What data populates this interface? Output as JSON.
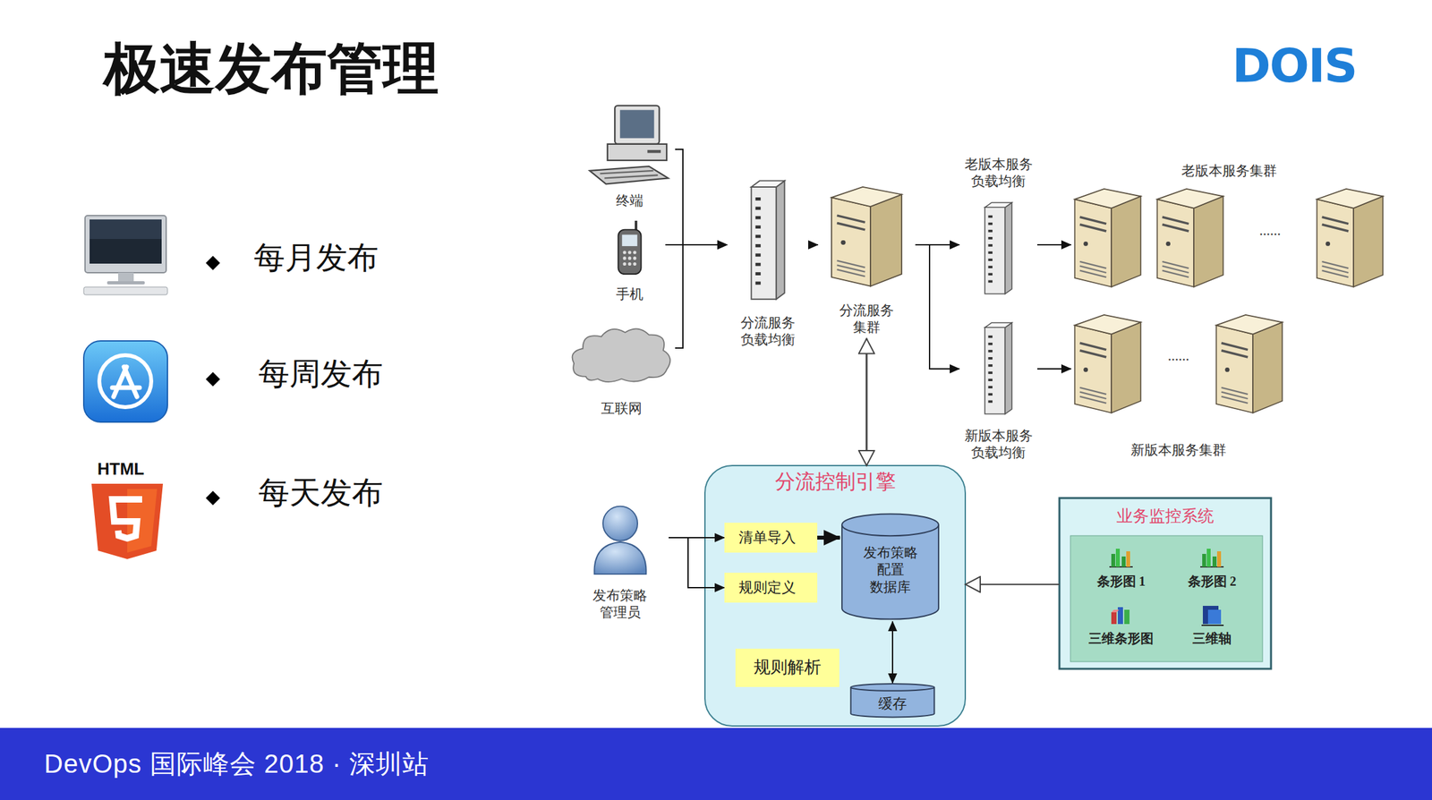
{
  "diagram": {
    "title": "极速发布管理",
    "nodes": [
      {
        "text": [
          "终端"
        ]
      },
      {
        "text": [
          "手机"
        ]
      },
      {
        "text": [
          "互联网"
        ]
      },
      {
        "text": [
          "分流服务 负载均衡"
        ]
      },
      {
        "text": [
          "分流服务 集群"
        ]
      },
      {
        "text": [
          "老版本服务 负载均衡"
        ]
      },
      {
        "text": [
          "老版本服务集群"
        ]
      },
      {
        "text": [
          "新版本服务 负载均衡"
        ]
      },
      {
        "text": [
          "新版本服务集群"
        ]
      },
      {
        "text": [
          "分流控制引擎"
        ]
      },
      {
        "text": [
          "清单导入"
        ],
        "in": 9
      },
      {
        "text": [
          "规则定义"
        ],
        "in": 9
      },
      {
        "text": [
          "发布策略 配置 数据库"
        ],
        "in": 9
      },
      {
        "text": [
          "规则解析"
        ],
        "in": 9
      },
      {
        "text": [
          "缓存"
        ],
        "in": 9
      },
      {
        "text": [
          "发布策略 管理员"
        ]
      },
      {
        "text": [
          "业务监控系统"
        ]
      },
      {
        "text": [
          "条形图 1"
        ],
        "in": 16
      },
      {
        "text": [
          "条形图 2"
        ],
        "in": 16
      },
      {
        "text": [
          "三维条形图"
        ],
        "in": 16
      },
      {
        "text": [
          "三维轴"
        ],
        "in": 16
      },
      {
        "text": [
          "DevOps 国际峰会 2018 · 深圳站"
        ]
      }
    ],
    "edges": [
      {
        "from": 0,
        "to": 3,
        "arrow": "to"
      },
      {
        "from": 1,
        "to": 3,
        "arrow": "to"
      },
      {
        "from": 2,
        "to": 3,
        "arrow": "to"
      },
      {
        "from": 3,
        "to": 4,
        "arrow": "to"
      },
      {
        "from": 4,
        "to": 5,
        "arrow": "to"
      },
      {
        "from": 4,
        "to": 7,
        "arrow": "to"
      },
      {
        "from": 5,
        "to": 6,
        "arrow": "to"
      },
      {
        "from": 7,
        "to": 8,
        "arrow": "to"
      },
      {
        "from": 4,
        "to": 9,
        "arrow": "both"
      },
      {
        "from": 15,
        "to": 10,
        "arrow": "to"
      },
      {
        "from": 15,
        "to": 11,
        "arrow": "to"
      },
      {
        "from": 10,
        "to": 12,
        "arrow": "to"
      },
      {
        "from": 12,
        "to": 14,
        "arrow": "both"
      },
      {
        "from": 16,
        "to": 9,
        "arrow": "to"
      }
    ],
    "labels": [
      "DOIS",
      "HTML",
      "每月发布",
      "每周发布",
      "每天发布",
      "......",
      "......"
    ]
  }
}
